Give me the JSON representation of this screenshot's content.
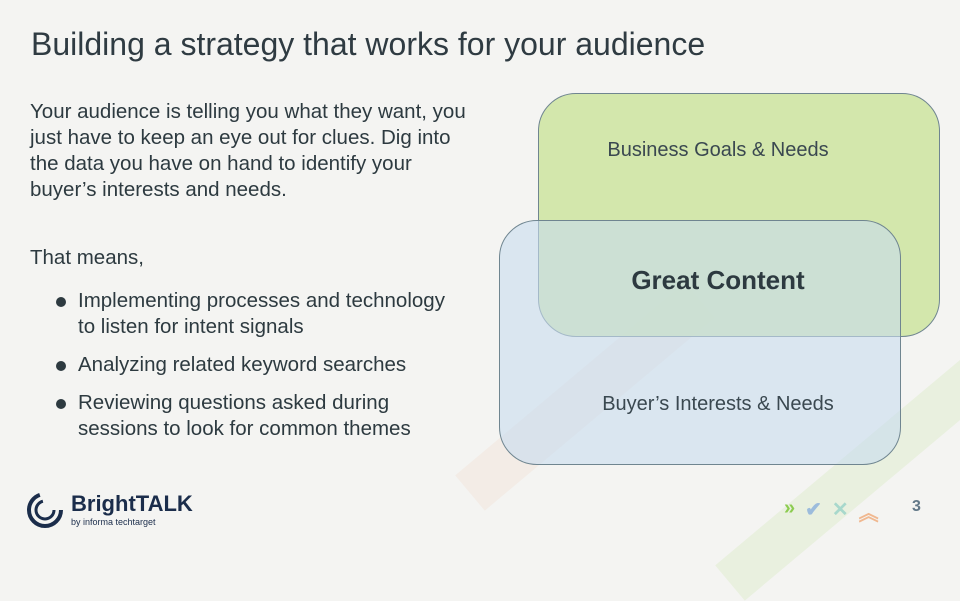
{
  "title": "Building a strategy that works for your audience",
  "intro": "Your audience is telling you what they want, you just have to keep an eye out for clues. Dig into the data you have on hand to identify your buyer’s interests and needs.",
  "means": "That means,",
  "bullets": [
    "Implementing processes and technology to listen for intent signals",
    "Analyzing related keyword searches",
    "Reviewing questions asked during sessions to look for common themes"
  ],
  "venn": {
    "top": "Business Goals & Needs",
    "center": "Great Content",
    "bottom": "Buyer’s Interests & Needs"
  },
  "logo": {
    "brand": "BrightTALK",
    "sub": "by informa techtarget"
  },
  "footer_icons": [
    "double-chevron-icon",
    "check-icon",
    "x-icon",
    "chevron-up-icon"
  ],
  "page_number": "3"
}
